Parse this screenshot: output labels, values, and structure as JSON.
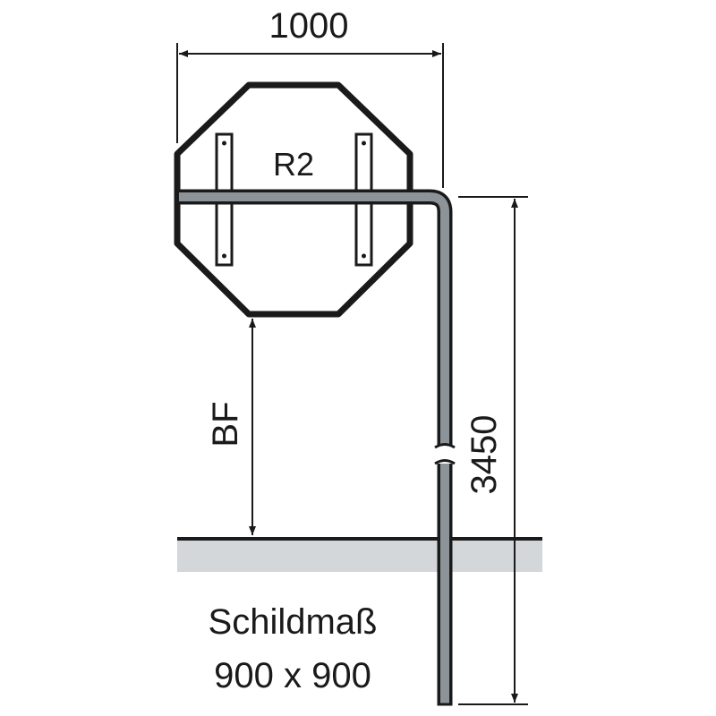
{
  "dimensions": {
    "sign_width": "1000",
    "pole_height": "3450",
    "clearance": "BF"
  },
  "sign": {
    "label": "R2"
  },
  "caption": {
    "line1": "Schildmaß",
    "line2": "900 x 900"
  },
  "colors": {
    "line": "#1a1a1a",
    "pole_fill": "#8d9499",
    "ground_fill": "#d3d7da",
    "background": "#ffffff"
  }
}
